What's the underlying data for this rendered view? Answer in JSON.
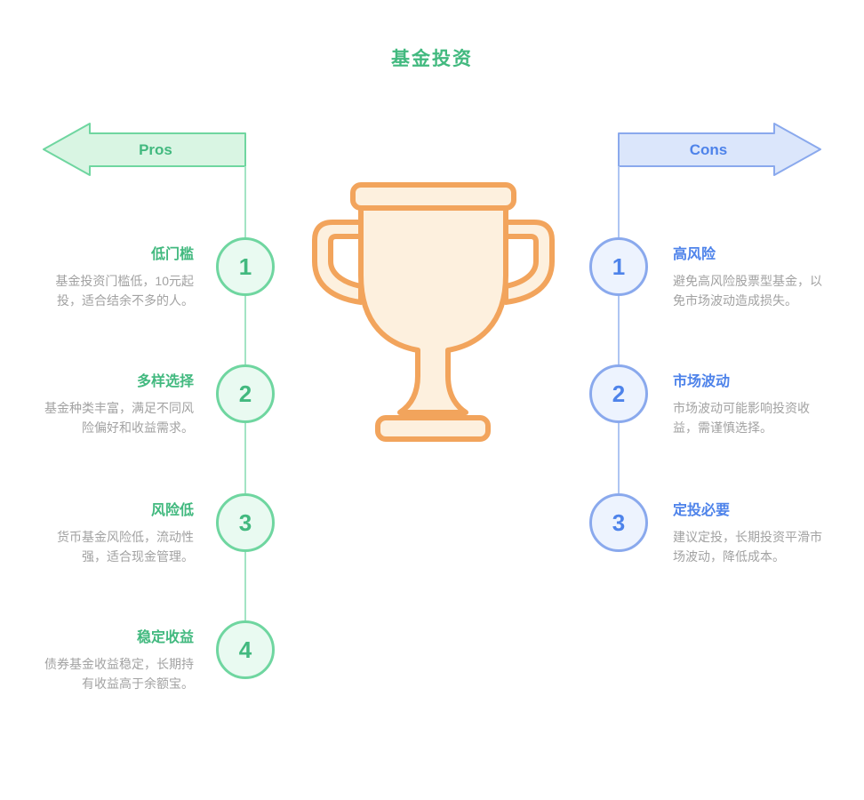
{
  "title": "基金投资",
  "center_icon": "trophy-icon",
  "accent_colors": {
    "green": "#42b97f",
    "blue": "#4e83ea",
    "orange": "#f2a45c",
    "gray_text": "#a2a2a2"
  },
  "pros": {
    "label": "Pros",
    "color": "#42b97f",
    "items": [
      {
        "num": "1",
        "heading": "低门槛",
        "body": "基金投资门槛低，10元起投，适合结余不多的人。"
      },
      {
        "num": "2",
        "heading": "多样选择",
        "body": "基金种类丰富，满足不同风险偏好和收益需求。"
      },
      {
        "num": "3",
        "heading": "风险低",
        "body": "货币基金风险低，流动性强，适合现金管理。"
      },
      {
        "num": "4",
        "heading": "稳定收益",
        "body": "债券基金收益稳定，长期持有收益高于余额宝。"
      }
    ]
  },
  "cons": {
    "label": "Cons",
    "color": "#4e83ea",
    "items": [
      {
        "num": "1",
        "heading": "高风险",
        "body": "避免高风险股票型基金，以免市场波动造成损失。"
      },
      {
        "num": "2",
        "heading": "市场波动",
        "body": "市场波动可能影响投资收益，需谨慎选择。"
      },
      {
        "num": "3",
        "heading": "定投必要",
        "body": "建议定投，长期投资平滑市场波动，降低成本。"
      }
    ]
  }
}
